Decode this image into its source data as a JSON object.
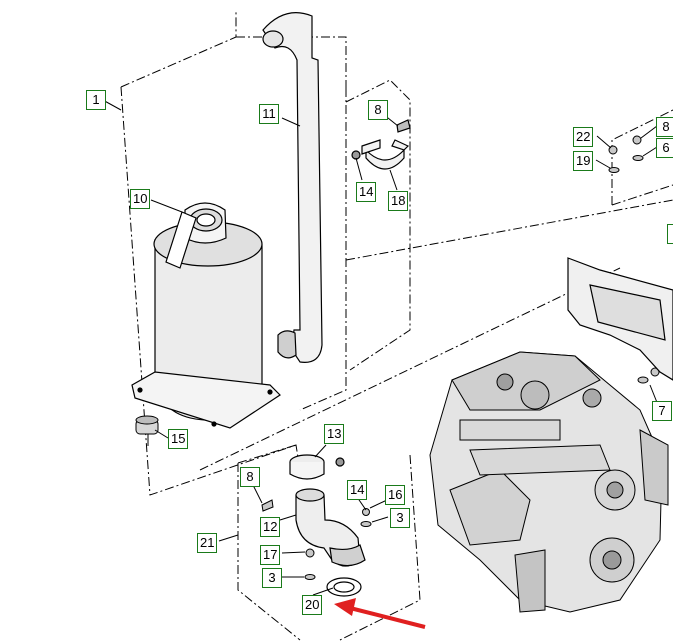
{
  "diagram": {
    "callouts": {
      "c1": "1",
      "c3a": "3",
      "c3b": "3",
      "c6": "6",
      "c7": "7",
      "c8a": "8",
      "c8b": "8",
      "c8c": "8",
      "c10": "10",
      "c11": "11",
      "c12": "12",
      "c13": "13",
      "c14a": "14",
      "c14b": "14",
      "c15": "15",
      "c16": "16",
      "c17": "17",
      "c18": "18",
      "c19": "19",
      "c20": "20",
      "c21": "21",
      "c22": "22"
    },
    "highlight_color": "#e02020",
    "callout_border_color": "#1a7a1a"
  }
}
